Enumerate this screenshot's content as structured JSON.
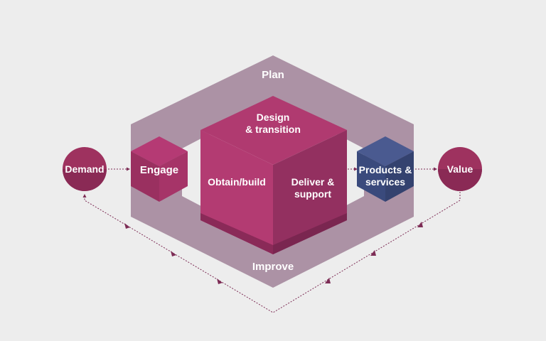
{
  "diagram": {
    "plan": "Plan",
    "improve": "Improve",
    "demand": "Demand",
    "engage": "Engage",
    "design_line1": "Design",
    "design_line2": "& transition",
    "obtain_build": "Obtain/build",
    "deliver_line1": "Deliver &",
    "deliver_line2": "support",
    "products_line1": "Products &",
    "products_line2": "services",
    "value": "Value"
  },
  "colors": {
    "background": "#ededed",
    "ring": "#9b7b92",
    "magenta": "#b03a70",
    "magenta_dark": "#8c2e5a",
    "blue": "#3e4e82",
    "arrow": "#7d2c55"
  }
}
